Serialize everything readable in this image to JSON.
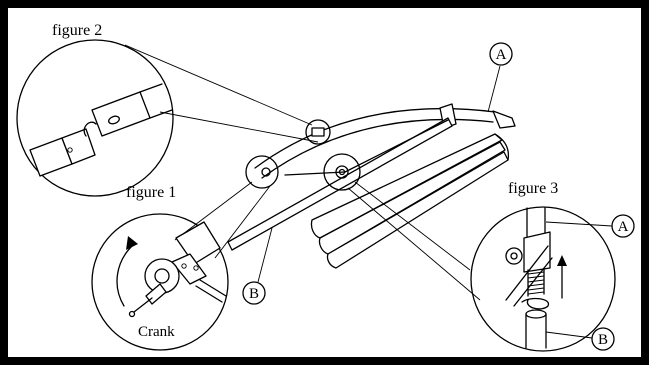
{
  "labels": {
    "figure1": "figure 1",
    "figure2": "figure 2",
    "figure3": "figure 3",
    "crank": "Crank",
    "callout_a": "A",
    "callout_b": "B"
  },
  "colors": {
    "ink": "#000000",
    "background": "#ffffff",
    "frame": "#000000"
  }
}
